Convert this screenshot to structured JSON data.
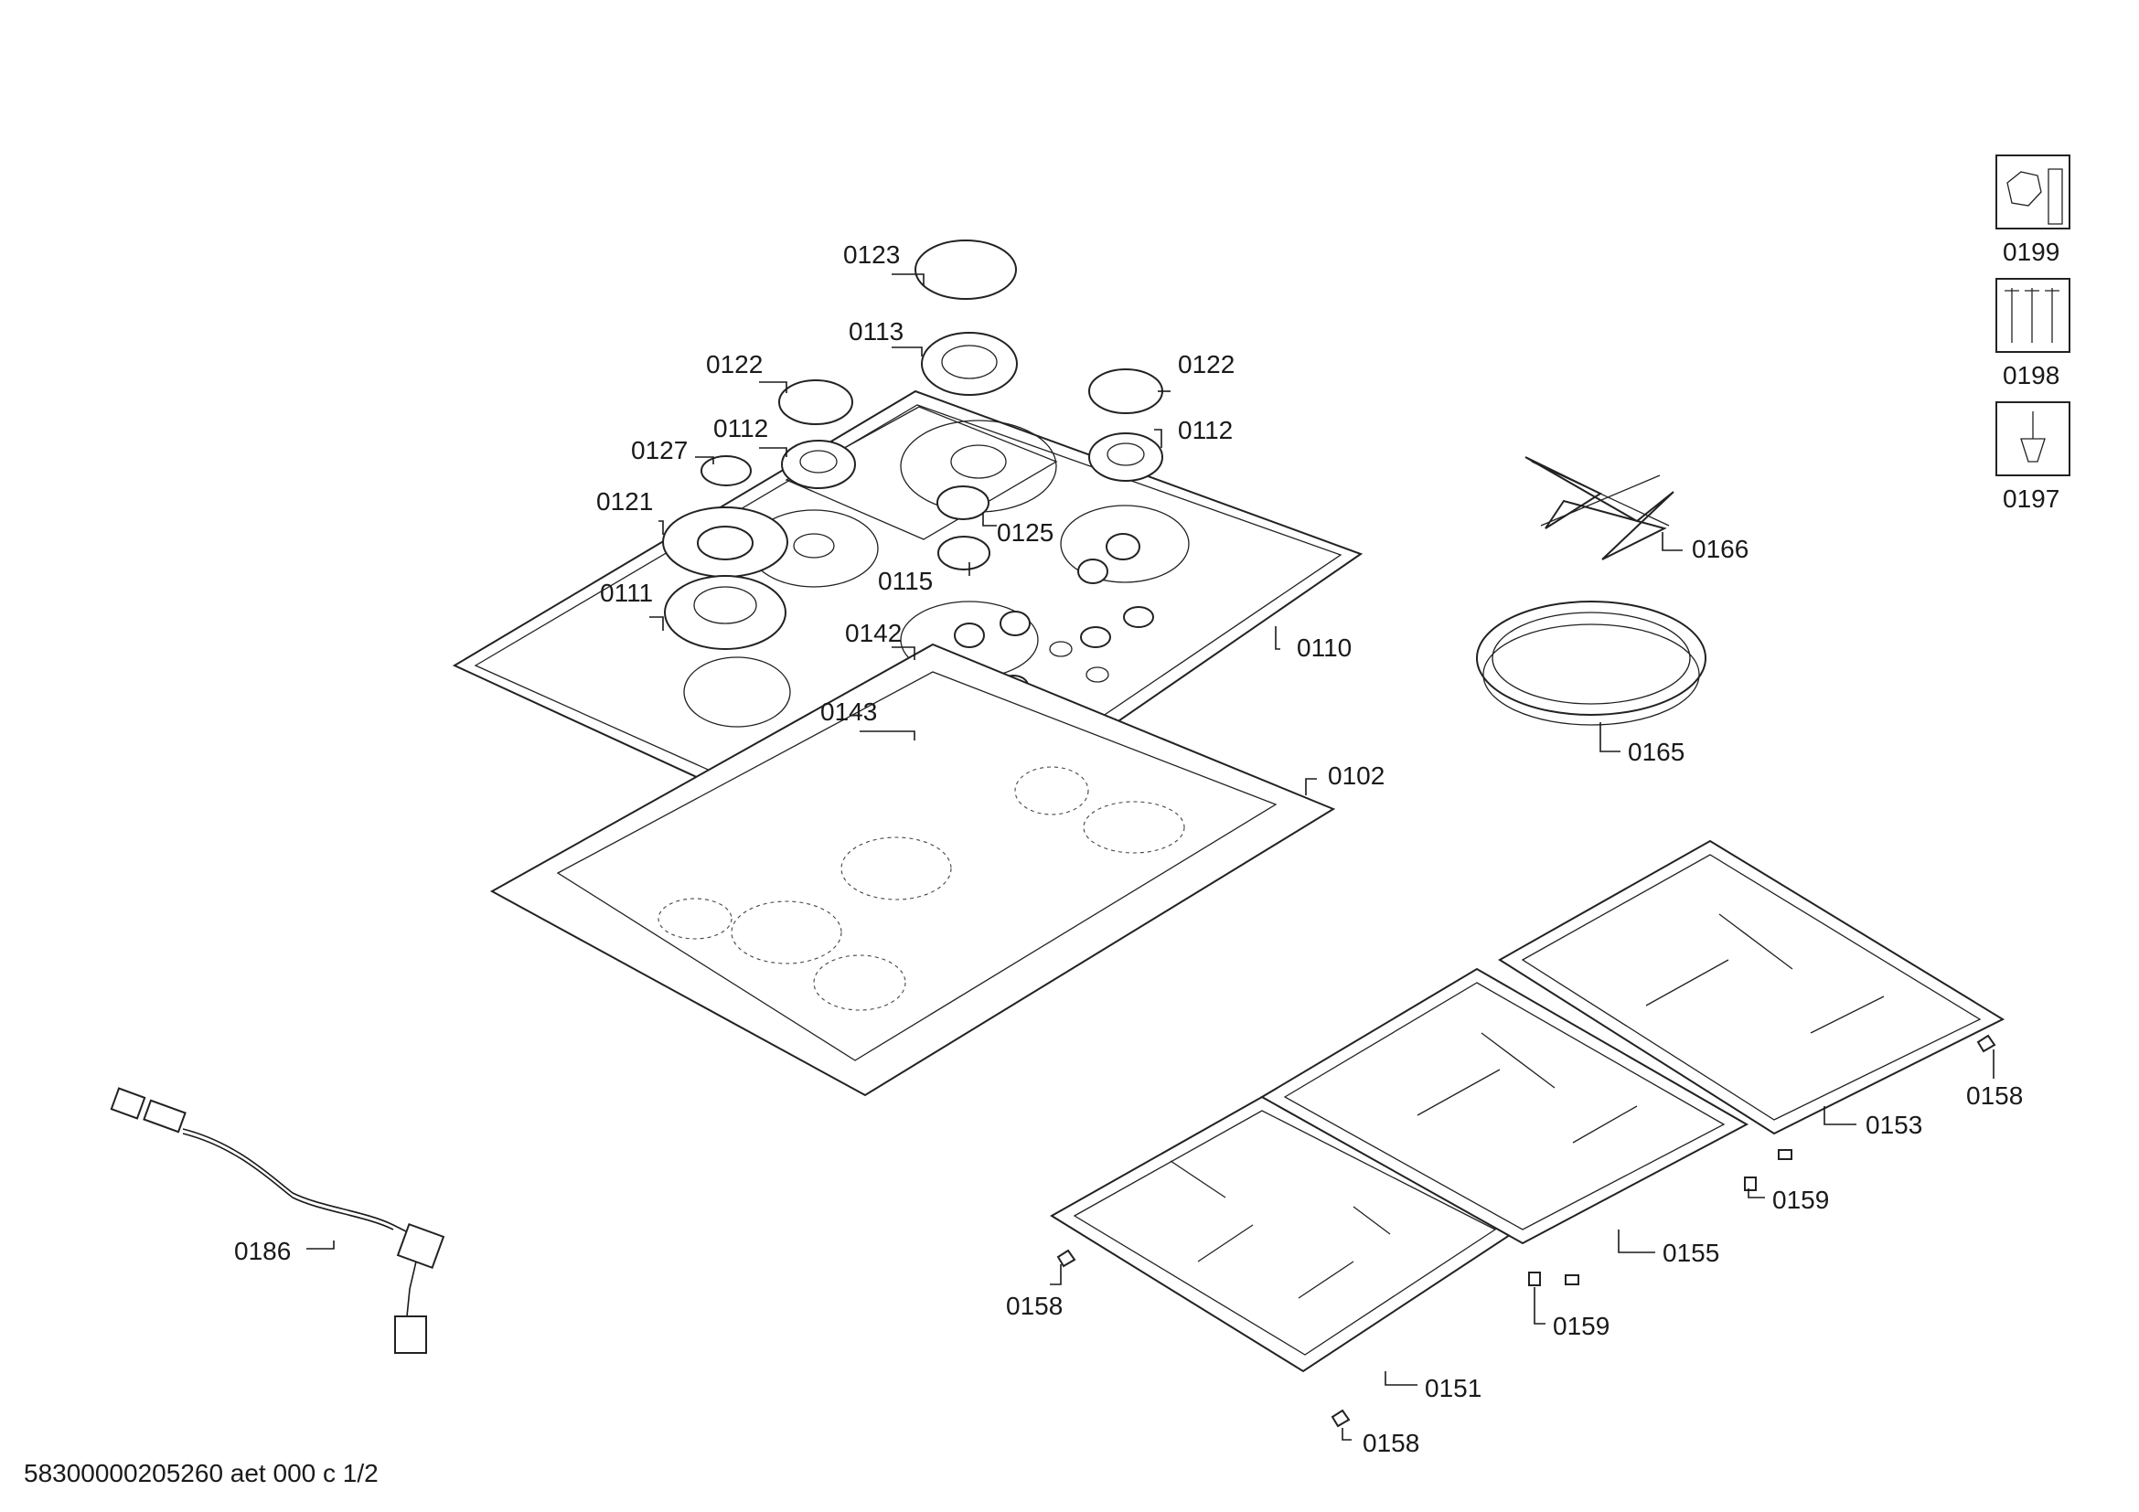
{
  "footer": "58300000205260 aet 000 c 1/2",
  "icons": [
    {
      "name": "nut-wrench-icon",
      "label": "0199"
    },
    {
      "name": "screws-icon",
      "label": "0198"
    },
    {
      "name": "screwdriver-icon",
      "label": "0197"
    }
  ],
  "callouts": {
    "c0123": "0123",
    "c0113": "0113",
    "c0122a": "0122",
    "c0122b": "0122",
    "c0112a": "0112",
    "c0112b": "0112",
    "c0127": "0127",
    "c0121": "0121",
    "c0125": "0125",
    "c0115": "0115",
    "c0111": "0111",
    "c0142": "0142",
    "c0110": "0110",
    "c0143": "0143",
    "c0102": "0102",
    "c0166": "0166",
    "c0165": "0165",
    "c0158a": "0158",
    "c0153": "0153",
    "c0159a": "0159",
    "c0155": "0155",
    "c0159b": "0159",
    "c0158b": "0158",
    "c0151": "0151",
    "c0158c": "0158",
    "c0186": "0186"
  }
}
